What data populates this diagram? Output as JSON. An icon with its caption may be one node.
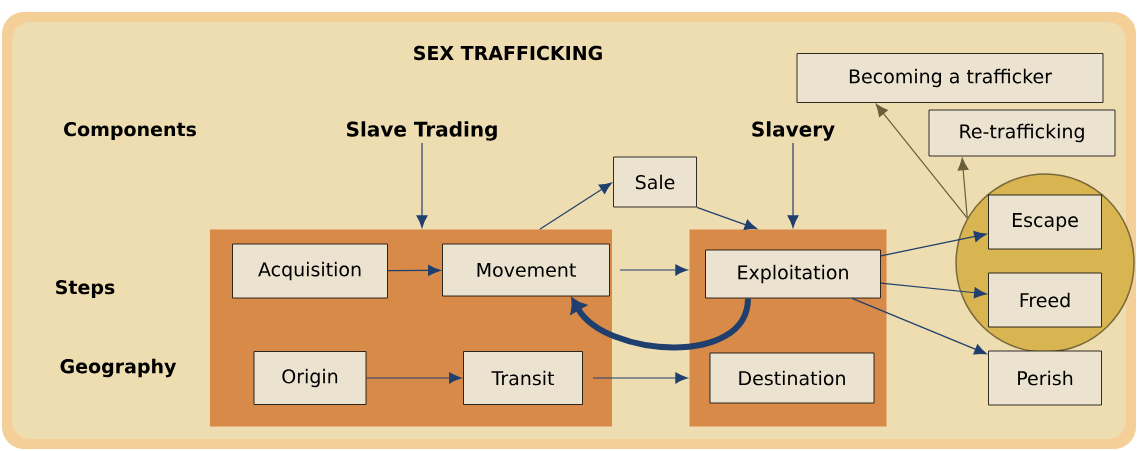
{
  "diagram": {
    "title": "SEX TRAFFICKING",
    "nodes": [
      {
        "text": [
          "Slave Trading"
        ]
      },
      {
        "text": [
          "Slavery"
        ]
      },
      {
        "text": [
          "Becoming a trafficker"
        ]
      },
      {
        "text": [
          "Re-trafficking"
        ]
      },
      {
        "text": [
          "Sale"
        ]
      },
      {
        "text": [],
        "shape": "box"
      },
      {
        "text": [
          "Acquisition"
        ],
        "in": 5
      },
      {
        "text": [
          "Movement"
        ],
        "in": 5
      },
      {
        "text": [
          "Origin"
        ],
        "in": 5
      },
      {
        "text": [
          "Transit"
        ],
        "in": 5
      },
      {
        "text": [],
        "shape": "box"
      },
      {
        "text": [
          "Exploitation"
        ],
        "in": 10
      },
      {
        "text": [
          "Destination"
        ],
        "in": 10
      },
      {
        "text": [],
        "shape": "circle"
      },
      {
        "text": [
          "Escape"
        ],
        "in": 13
      },
      {
        "text": [
          "Freed"
        ],
        "in": 13
      },
      {
        "text": [
          "Perish"
        ]
      }
    ],
    "edges": [
      {
        "from": 0,
        "to": 5,
        "arrow": "to"
      },
      {
        "from": 1,
        "to": 10,
        "arrow": "to"
      },
      {
        "from": 5,
        "to": 4,
        "arrow": "to"
      },
      {
        "from": 4,
        "to": 10,
        "arrow": "to"
      },
      {
        "from": 6,
        "to": 7,
        "arrow": "to"
      },
      {
        "from": 7,
        "to": 10,
        "arrow": "to"
      },
      {
        "from": 11,
        "to": 7,
        "arrow": "to",
        "style": "thick"
      },
      {
        "from": 8,
        "to": 9,
        "arrow": "to"
      },
      {
        "from": 9,
        "to": 10,
        "arrow": "to"
      },
      {
        "from": 11,
        "to": 14,
        "arrow": "to"
      },
      {
        "from": 11,
        "to": 15,
        "arrow": "to"
      },
      {
        "from": 11,
        "to": 16,
        "arrow": "to"
      },
      {
        "from": 13,
        "to": 2,
        "arrow": "to",
        "color": "#6b5e3a"
      },
      {
        "from": 13,
        "to": 3,
        "arrow": "to",
        "color": "#6b5e3a"
      }
    ],
    "labels": [
      "Components",
      "Steps",
      "Geography"
    ]
  }
}
